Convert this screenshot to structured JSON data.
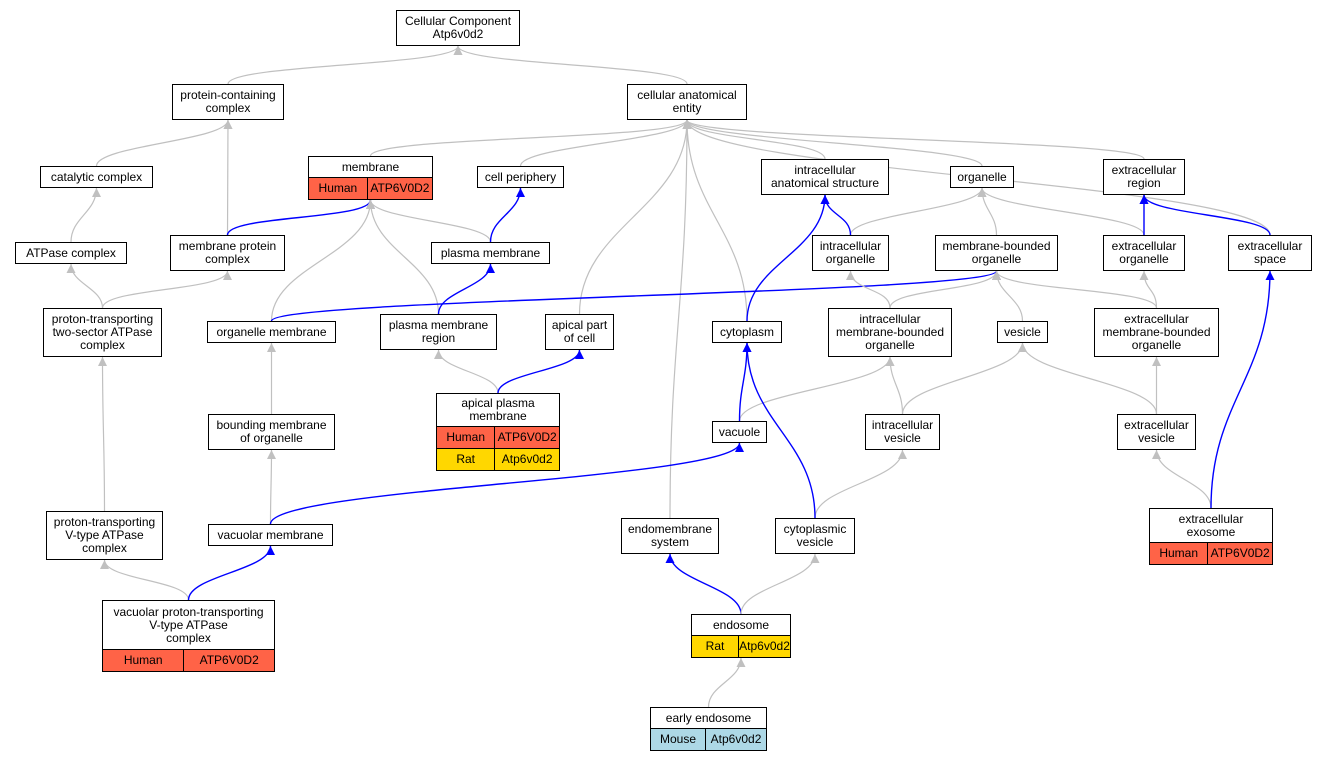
{
  "colors": {
    "is_a_edge": "#c0c0c0",
    "part_of_edge": "#0000ff",
    "human": "#ff6347",
    "rat": "#ffd700",
    "mouse": "#add8e6"
  },
  "nodes": [
    {
      "id": "cc",
      "label": "Cellular Component\nAtp6v0d2"
    },
    {
      "id": "pcc",
      "label": "protein-containing\ncomplex"
    },
    {
      "id": "cae",
      "label": "cellular anatomical\nentity"
    },
    {
      "id": "catc",
      "label": "catalytic complex"
    },
    {
      "id": "mem",
      "label": "membrane",
      "annotations": [
        {
          "species": "Human",
          "gene": "ATP6V0D2",
          "color": "human"
        }
      ]
    },
    {
      "id": "cp",
      "label": "cell periphery"
    },
    {
      "id": "ias",
      "label": "intracellular\nanatomical structure"
    },
    {
      "id": "org",
      "label": "organelle"
    },
    {
      "id": "exr",
      "label": "extracellular\nregion"
    },
    {
      "id": "atpc",
      "label": "ATPase complex"
    },
    {
      "id": "mpc",
      "label": "membrane protein\ncomplex"
    },
    {
      "id": "pm",
      "label": "plasma membrane"
    },
    {
      "id": "io",
      "label": "intracellular\norganelle"
    },
    {
      "id": "mbo",
      "label": "membrane-bounded\norganelle"
    },
    {
      "id": "exo",
      "label": "extracellular\norganelle"
    },
    {
      "id": "exs",
      "label": "extracellular\nspace"
    },
    {
      "id": "ptsac",
      "label": "proton-transporting\ntwo-sector ATPase\ncomplex"
    },
    {
      "id": "om",
      "label": "organelle membrane"
    },
    {
      "id": "pmr",
      "label": "plasma membrane\nregion"
    },
    {
      "id": "apc",
      "label": "apical part\nof cell"
    },
    {
      "id": "cyto",
      "label": "cytoplasm"
    },
    {
      "id": "imbo",
      "label": "intracellular\nmembrane-bounded\norganelle"
    },
    {
      "id": "ves",
      "label": "vesicle"
    },
    {
      "id": "embo",
      "label": "extracellular\nmembrane-bounded\norganelle"
    },
    {
      "id": "apm",
      "label": "apical plasma\nmembrane",
      "annotations": [
        {
          "species": "Human",
          "gene": "ATP6V0D2",
          "color": "human"
        },
        {
          "species": "Rat",
          "gene": "Atp6v0d2",
          "color": "rat"
        }
      ]
    },
    {
      "id": "bmo",
      "label": "bounding membrane\nof organelle"
    },
    {
      "id": "vac",
      "label": "vacuole"
    },
    {
      "id": "iv",
      "label": "intracellular\nvesicle"
    },
    {
      "id": "ev",
      "label": "extracellular\nvesicle"
    },
    {
      "id": "ptv",
      "label": "proton-transporting\nV-type ATPase\ncomplex"
    },
    {
      "id": "vm",
      "label": "vacuolar membrane"
    },
    {
      "id": "ems",
      "label": "endomembrane\nsystem"
    },
    {
      "id": "cv",
      "label": "cytoplasmic\nvesicle"
    },
    {
      "id": "exosome",
      "label": "extracellular\nexosome",
      "annotations": [
        {
          "species": "Human",
          "gene": "ATP6V0D2",
          "color": "human"
        }
      ]
    },
    {
      "id": "vptv",
      "label": "vacuolar proton-transporting\nV-type ATPase\ncomplex",
      "annotations": [
        {
          "species": "Human",
          "gene": "ATP6V0D2",
          "color": "human"
        }
      ]
    },
    {
      "id": "endo",
      "label": "endosome",
      "annotations": [
        {
          "species": "Rat",
          "gene": "Atp6v0d2",
          "color": "rat"
        }
      ]
    },
    {
      "id": "ee",
      "label": "early endosome",
      "annotations": [
        {
          "species": "Mouse",
          "gene": "Atp6v0d2",
          "color": "mouse"
        }
      ]
    }
  ],
  "edges": [
    {
      "from": "pcc",
      "to": "cc",
      "type": "is_a"
    },
    {
      "from": "cae",
      "to": "cc",
      "type": "is_a"
    },
    {
      "from": "catc",
      "to": "pcc",
      "type": "is_a"
    },
    {
      "from": "mpc",
      "to": "pcc",
      "type": "is_a"
    },
    {
      "from": "atpc",
      "to": "catc",
      "type": "is_a"
    },
    {
      "from": "ptsac",
      "to": "atpc",
      "type": "is_a"
    },
    {
      "from": "ptsac",
      "to": "mpc",
      "type": "is_a"
    },
    {
      "from": "ptv",
      "to": "ptsac",
      "type": "is_a"
    },
    {
      "from": "vptv",
      "to": "ptv",
      "type": "is_a"
    },
    {
      "from": "vptv",
      "to": "vm",
      "type": "part_of"
    },
    {
      "from": "mpc",
      "to": "mem",
      "type": "part_of"
    },
    {
      "from": "mem",
      "to": "cae",
      "type": "is_a"
    },
    {
      "from": "cp",
      "to": "cae",
      "type": "is_a"
    },
    {
      "from": "ias",
      "to": "cae",
      "type": "is_a"
    },
    {
      "from": "org",
      "to": "cae",
      "type": "is_a"
    },
    {
      "from": "exr",
      "to": "cae",
      "type": "is_a"
    },
    {
      "from": "exs",
      "to": "cae",
      "type": "is_a"
    },
    {
      "from": "apc",
      "to": "cae",
      "type": "is_a"
    },
    {
      "from": "cyto",
      "to": "cae",
      "type": "is_a"
    },
    {
      "from": "ems",
      "to": "cae",
      "type": "is_a"
    },
    {
      "from": "pm",
      "to": "mem",
      "type": "is_a"
    },
    {
      "from": "pm",
      "to": "cp",
      "type": "part_of"
    },
    {
      "from": "om",
      "to": "mem",
      "type": "is_a"
    },
    {
      "from": "pmr",
      "to": "mem",
      "type": "is_a"
    },
    {
      "from": "pmr",
      "to": "pm",
      "type": "part_of"
    },
    {
      "from": "om",
      "to": "mbo",
      "type": "part_of"
    },
    {
      "from": "bmo",
      "to": "om",
      "type": "is_a"
    },
    {
      "from": "vm",
      "to": "bmo",
      "type": "is_a"
    },
    {
      "from": "vm",
      "to": "vac",
      "type": "part_of"
    },
    {
      "from": "apm",
      "to": "pmr",
      "type": "is_a"
    },
    {
      "from": "apm",
      "to": "apc",
      "type": "part_of"
    },
    {
      "from": "io",
      "to": "org",
      "type": "is_a"
    },
    {
      "from": "io",
      "to": "ias",
      "type": "part_of"
    },
    {
      "from": "mbo",
      "to": "org",
      "type": "is_a"
    },
    {
      "from": "exo",
      "to": "org",
      "type": "is_a"
    },
    {
      "from": "exo",
      "to": "exr",
      "type": "part_of"
    },
    {
      "from": "exs",
      "to": "exr",
      "type": "part_of"
    },
    {
      "from": "cyto",
      "to": "ias",
      "type": "part_of"
    },
    {
      "from": "imbo",
      "to": "io",
      "type": "is_a"
    },
    {
      "from": "imbo",
      "to": "mbo",
      "type": "is_a"
    },
    {
      "from": "ves",
      "to": "mbo",
      "type": "is_a"
    },
    {
      "from": "embo",
      "to": "mbo",
      "type": "is_a"
    },
    {
      "from": "embo",
      "to": "exo",
      "type": "is_a"
    },
    {
      "from": "vac",
      "to": "imbo",
      "type": "is_a"
    },
    {
      "from": "vac",
      "to": "cyto",
      "type": "part_of"
    },
    {
      "from": "iv",
      "to": "imbo",
      "type": "is_a"
    },
    {
      "from": "iv",
      "to": "ves",
      "type": "is_a"
    },
    {
      "from": "ev",
      "to": "ves",
      "type": "is_a"
    },
    {
      "from": "ev",
      "to": "embo",
      "type": "is_a"
    },
    {
      "from": "exosome",
      "to": "ev",
      "type": "is_a"
    },
    {
      "from": "exosome",
      "to": "exs",
      "type": "part_of"
    },
    {
      "from": "cv",
      "to": "iv",
      "type": "is_a"
    },
    {
      "from": "cv",
      "to": "cyto",
      "type": "part_of"
    },
    {
      "from": "endo",
      "to": "ems",
      "type": "part_of"
    },
    {
      "from": "endo",
      "to": "cv",
      "type": "is_a"
    },
    {
      "from": "ee",
      "to": "endo",
      "type": "is_a"
    }
  ]
}
